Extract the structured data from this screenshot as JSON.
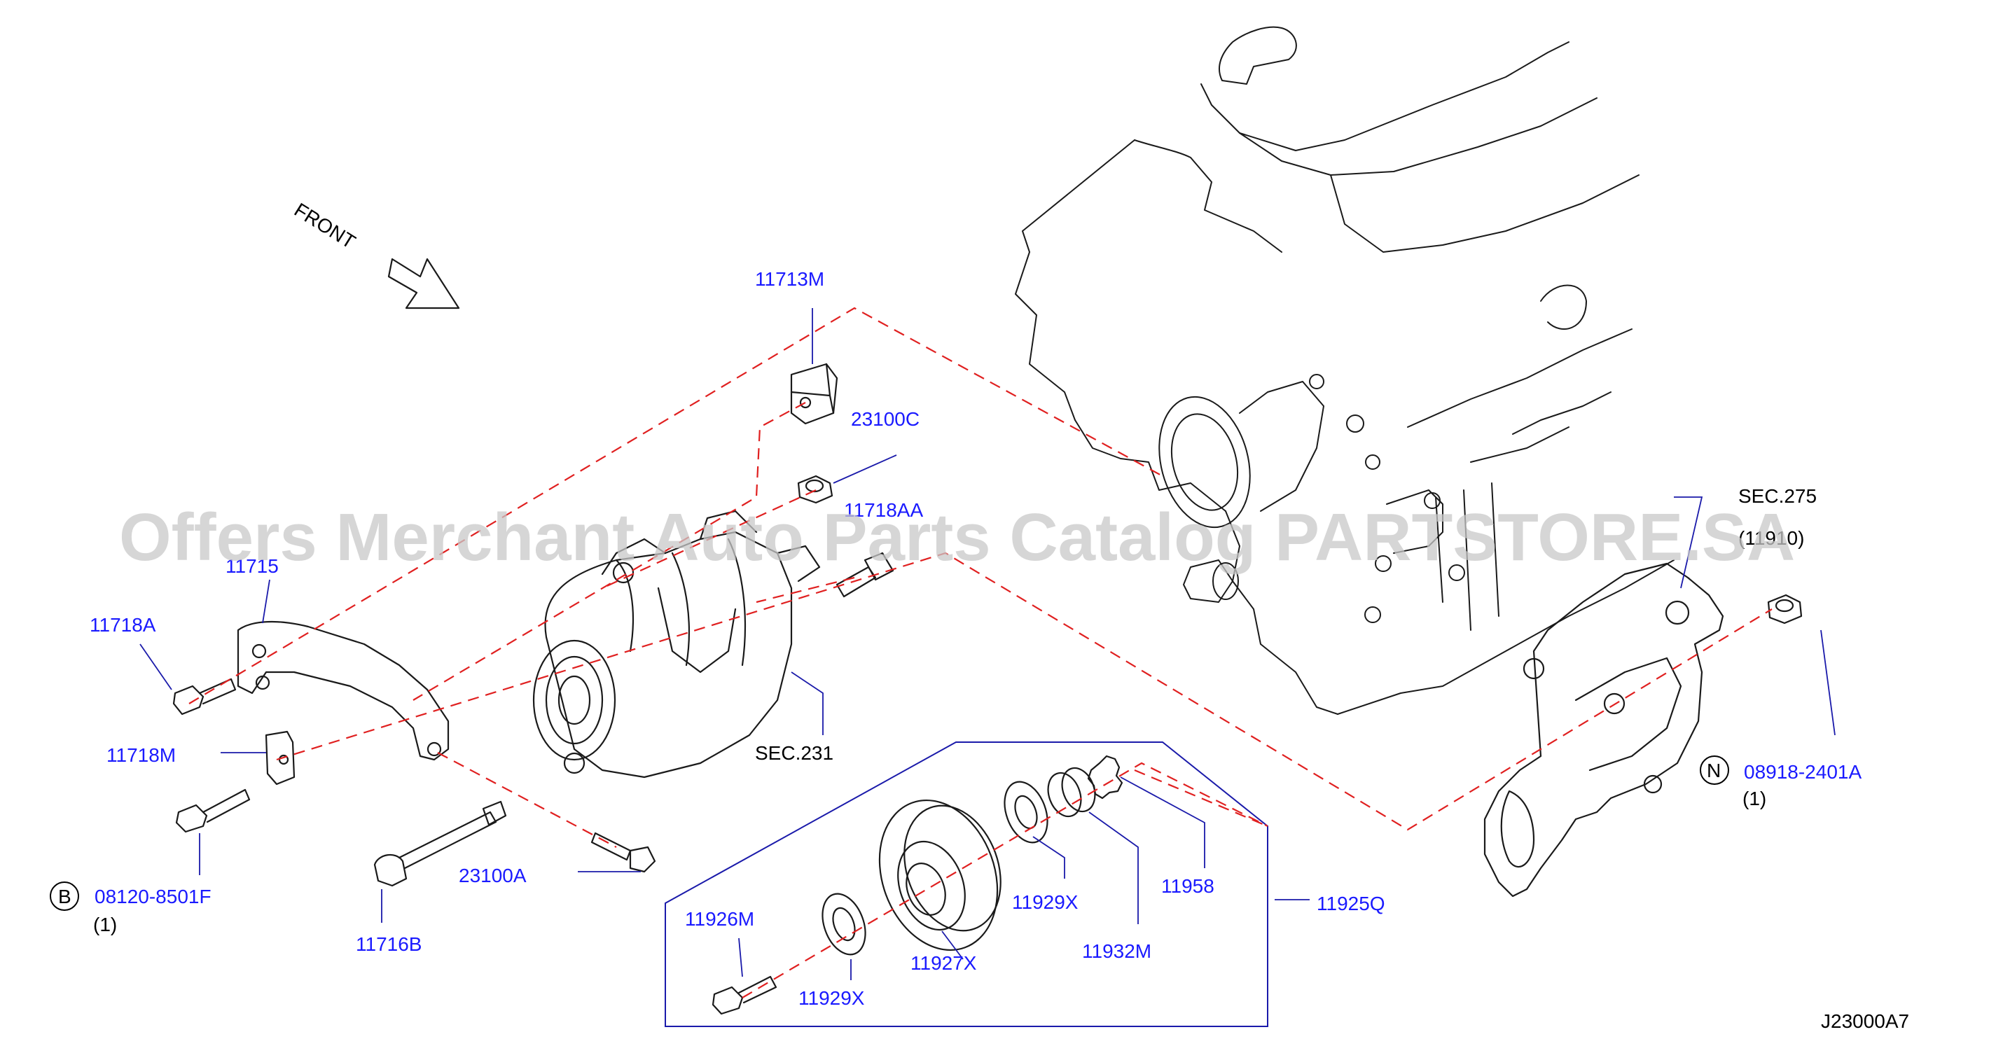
{
  "front_label": "FRONT",
  "diagram_code": "J23000A7",
  "watermark": "Offers Merchant Auto Parts Catalog PARTSTORE.SA",
  "parts": {
    "p11713M": "11713M",
    "p23100C": "23100C",
    "p11718AA": "11718AA",
    "p11715": "11715",
    "p11718A": "11718A",
    "p11718M": "11718M",
    "p08120": "08120-8501F",
    "p08120_qty": "(1)",
    "p08120_badge": "B",
    "p23100A": "23100A",
    "p11716B": "11716B",
    "sec231": "SEC.231",
    "sec275": "SEC.275",
    "sec275_sub": "(11910)",
    "p08918": "08918-2401A",
    "p08918_qty": "(1)",
    "p08918_badge": "N",
    "p11925Q": "11925Q",
    "p11958": "11958",
    "p11932M": "11932M",
    "p11929X_a": "11929X",
    "p11929X_b": "11929X",
    "p11927X": "11927X",
    "p11926M": "11926M"
  }
}
